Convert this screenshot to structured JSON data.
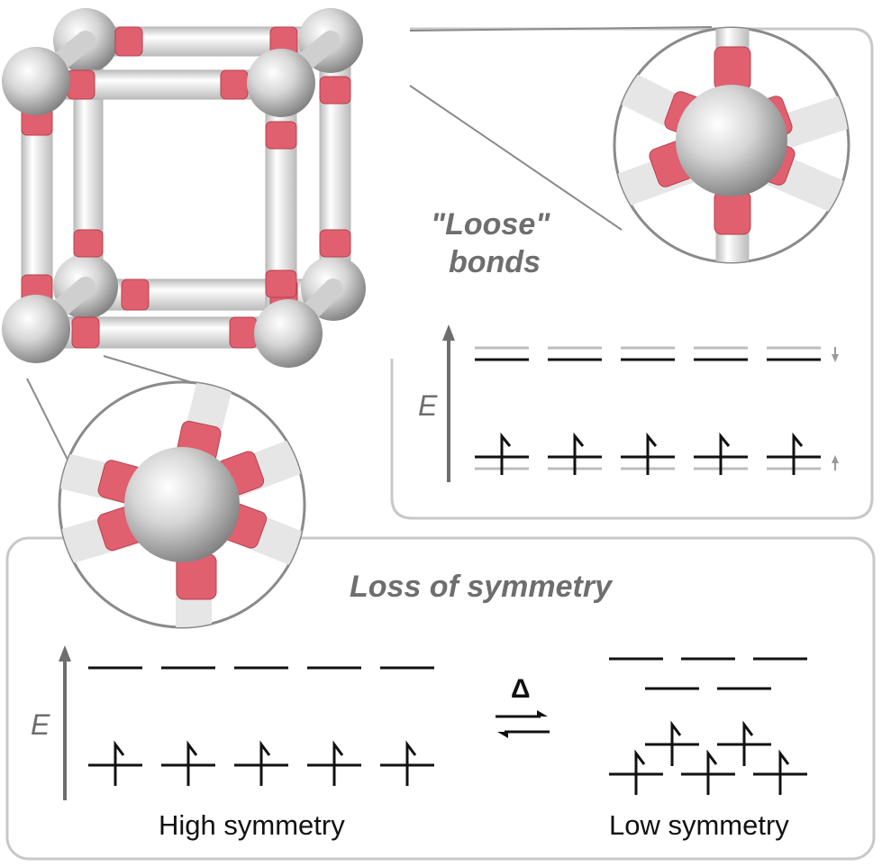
{
  "figure": {
    "top_right": {
      "title_line1": "\"Loose\"",
      "title_line2": "bonds",
      "axis_label": "E"
    },
    "bottom": {
      "title": "Loss of symmetry",
      "axis_label": "E",
      "delta_symbol": "Δ",
      "left_caption": "High symmetry",
      "right_caption": "Low symmetry"
    },
    "colors": {
      "bond_ring": "#e0606f",
      "bond_rod": "#eeeeee",
      "atom": "#d0d0d0",
      "panel_border": "#c8c8c8",
      "label_gray": "#6e6e6e",
      "level_line": "#111111",
      "shifted_level": "#bdbdbd"
    },
    "icons": [
      "cube-framework-icon",
      "octahedral-node-icon",
      "spin-up-arrow-icon",
      "equilibrium-arrows-icon"
    ]
  }
}
